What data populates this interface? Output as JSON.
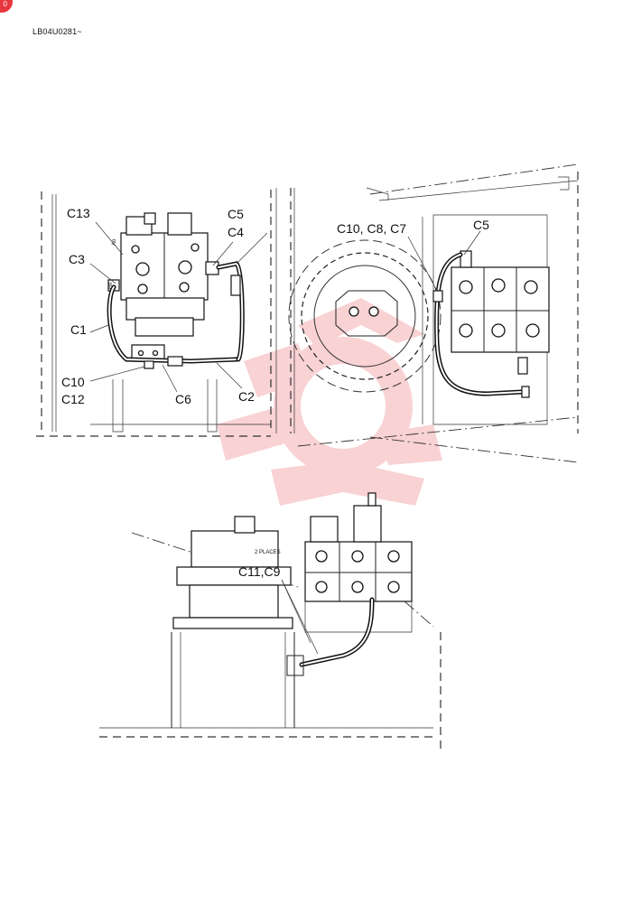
{
  "header": {
    "doc_code": "LB04U0281~",
    "badge": "0"
  },
  "view_left": {
    "labels": {
      "c13": "C13",
      "c3": "C3",
      "c1": "C1",
      "c10": "C10",
      "c12": "C12",
      "c6": "C6",
      "c2": "C2",
      "c5": "C5",
      "c4": "C4"
    },
    "side_marks": {
      "a": "Ao",
      "b": "Bo"
    }
  },
  "view_right": {
    "labels": {
      "c10_c8_c7": "C10, C8, C7",
      "c5": "C5"
    }
  },
  "view_bottom": {
    "labels": {
      "c11_c9": "C11,C9",
      "places": "2 PLACES"
    }
  },
  "colors": {
    "ink": "#111111",
    "badge": "#e8363f",
    "watermark": "#e8363f"
  }
}
